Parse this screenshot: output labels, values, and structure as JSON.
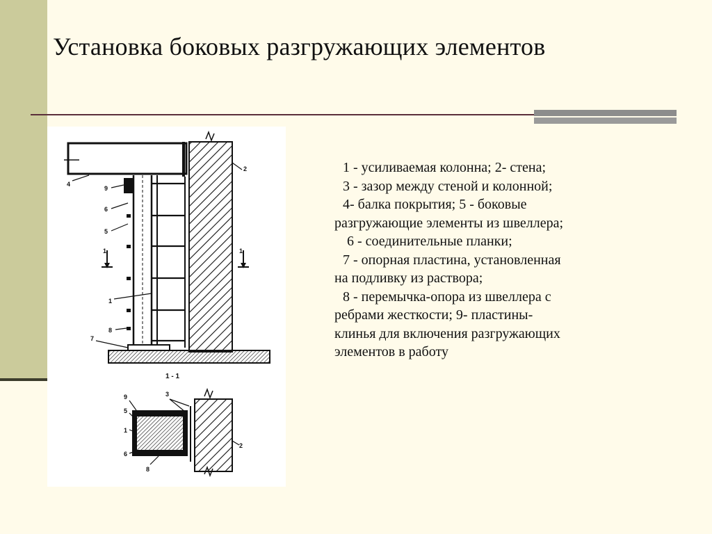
{
  "slide": {
    "title": "Установка боковых разгружающих элементов",
    "colors": {
      "background": "#fffbea",
      "left_band": "#cbcb9b",
      "rule": "#5a2e3a",
      "rule_bar": "#8c8c8c"
    }
  },
  "figure": {
    "section_label": "1 - 1",
    "callout_labels": {
      "n2": "2",
      "n4": "4",
      "n9": "9",
      "n6": "6",
      "n5": "5",
      "n1a": "1",
      "n1b": "1",
      "n8": "8",
      "n3": "3",
      "n7": "7"
    }
  },
  "legend": {
    "lines": [
      "1 - усиливаемая колонна; 2- стена;",
      "3 - зазор между стеной и колонной;",
      "4- балка покрытия; 5 - боковые",
      "разгружающие элементы из швеллера;",
      "6 - соединительные планки;",
      "7 - опорная пластина, установленная",
      "на подливку из раствора;",
      "8 - перемычка-опора из швеллера с",
      "ребрами жесткости; 9- пластины-",
      "клинья для включения разгружающих",
      "элементов в работу"
    ]
  }
}
